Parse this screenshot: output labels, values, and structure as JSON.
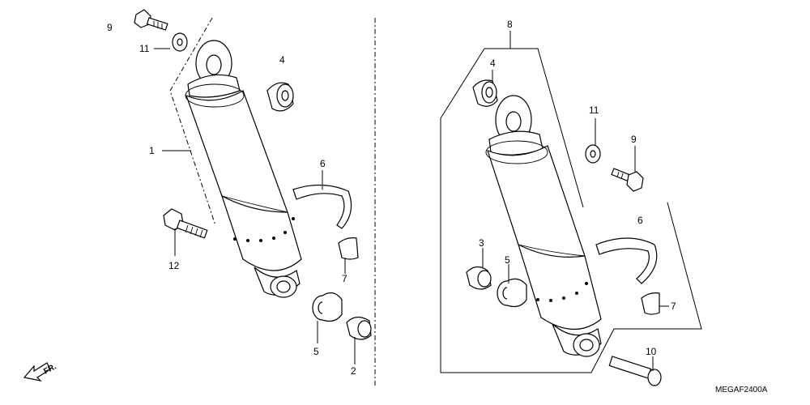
{
  "callouts": {
    "l_9": "9",
    "l_11": "11",
    "l_4": "4",
    "l_1": "1",
    "l_6": "6",
    "l_12": "12",
    "l_7": "7",
    "l_5": "5",
    "l_2": "2",
    "r_8": "8",
    "r_4": "4",
    "r_11": "11",
    "r_9": "9",
    "r_6": "6",
    "r_3": "3",
    "r_5": "5",
    "r_7": "7",
    "r_10": "10"
  },
  "direction_label": "FR.",
  "diagram_code": "MEGAF2400A"
}
